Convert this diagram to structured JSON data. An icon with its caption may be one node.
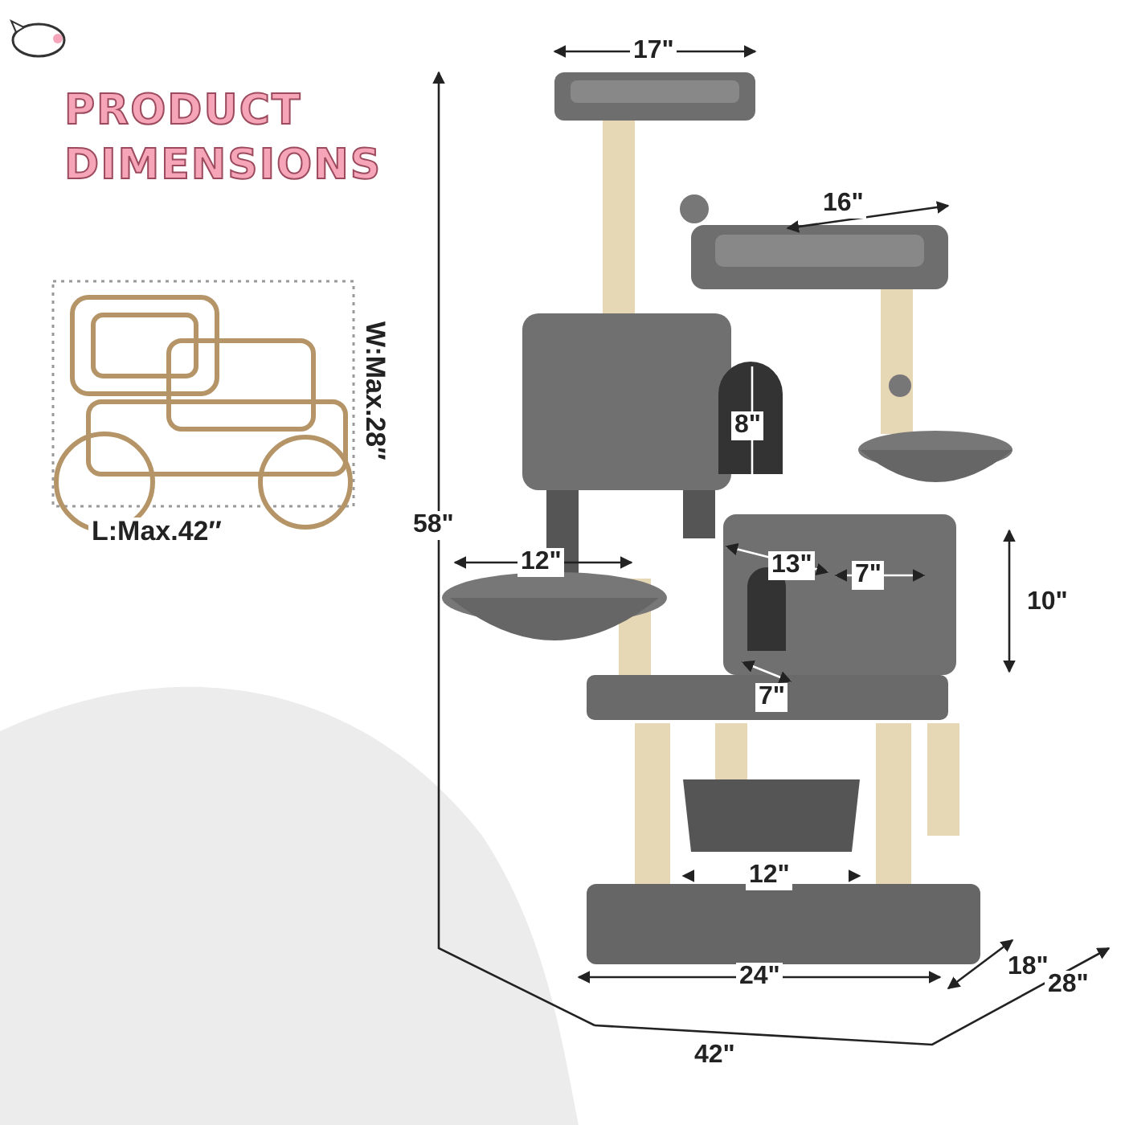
{
  "diagram": {
    "title": "PRODUCT DIMENSIONS",
    "labels": [
      "W:Max.28″",
      "L:Max.42″",
      "17\"",
      "16\"",
      "8\"",
      "58\"",
      "12\"",
      "13\"",
      "7\"",
      "10\"",
      "7\"",
      "12\"",
      "24\"",
      "18\"",
      "28\"",
      "42\""
    ]
  }
}
